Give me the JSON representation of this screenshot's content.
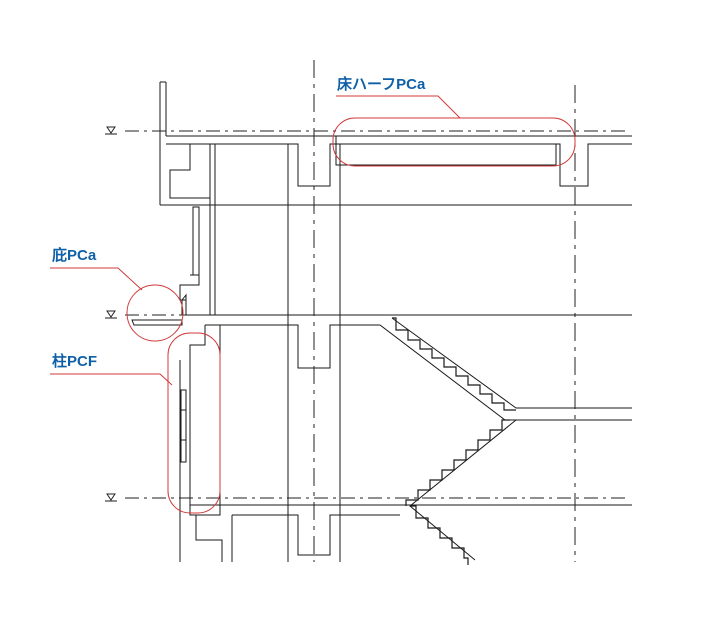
{
  "labels": {
    "floor_half_pca": "床ハーフPCa",
    "eave_pca": "庇PCa",
    "column_pcf": "柱PCF"
  },
  "colors": {
    "label_text": "#1060a8",
    "highlight": "#d03a3a",
    "line": "#1a1a1a"
  },
  "icons": {
    "level_marker": "down-triangle-icon"
  }
}
